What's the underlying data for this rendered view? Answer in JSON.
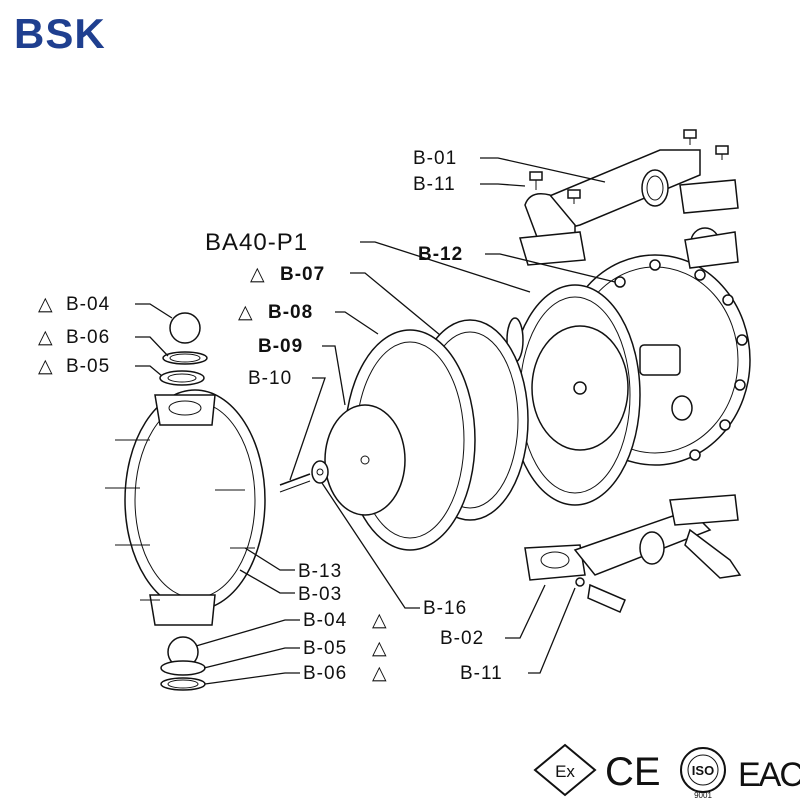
{
  "brand": {
    "name": "BSK",
    "color": "#1f3f8f"
  },
  "labels": {
    "b01": "B-01",
    "b11_top": "B-11",
    "b12": "B-12",
    "ba40": "BA40-P1",
    "b07": "B-07",
    "b08": "B-08",
    "b09": "B-09",
    "b10": "B-10",
    "b04_left": "B-04",
    "b06_left": "B-06",
    "b05_left": "B-05",
    "b13": "B-13",
    "b03": "B-03",
    "b16": "B-16",
    "b04_bottom": "B-04",
    "b05_bottom": "B-05",
    "b06_bottom": "B-06",
    "b02": "B-02",
    "b11_bottom": "B-11"
  },
  "triangle": "△",
  "certifications": {
    "ex": "Ex",
    "ce": "CE",
    "iso": "ISO",
    "iso_number": "9001",
    "eac": "EAC"
  }
}
